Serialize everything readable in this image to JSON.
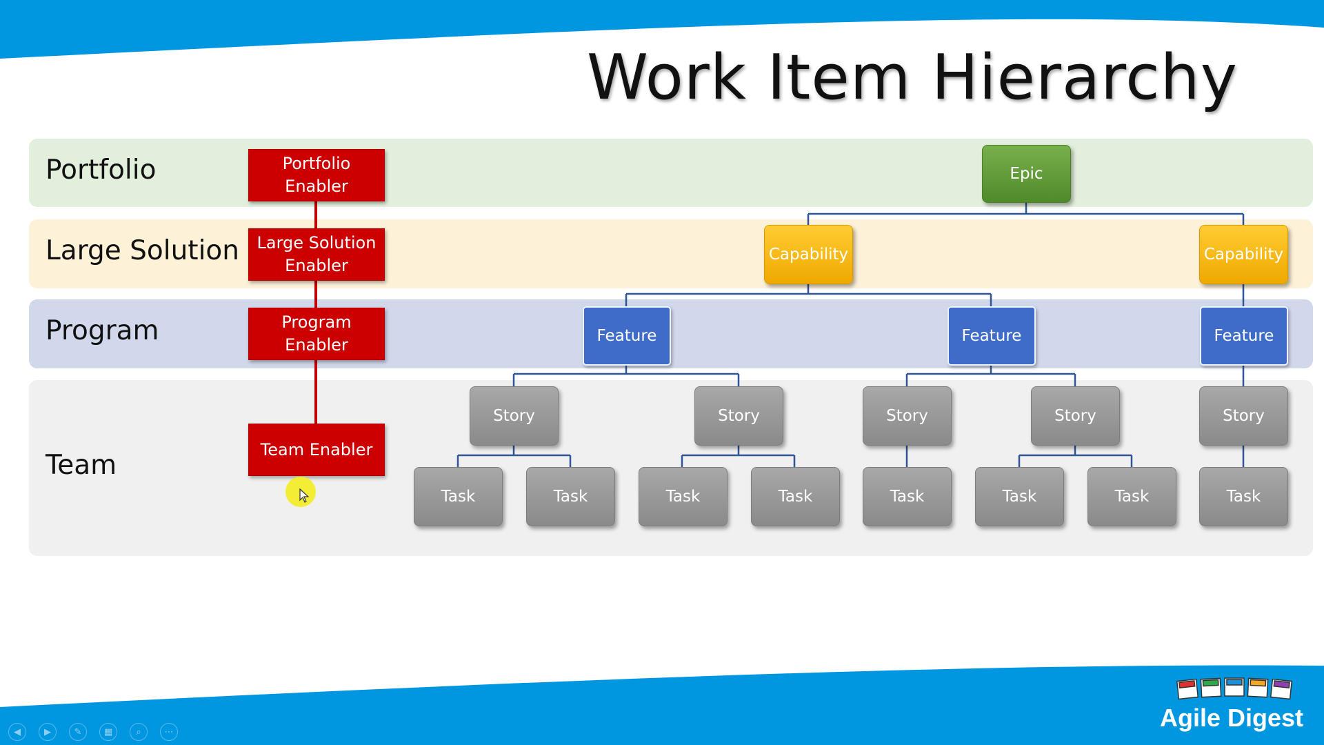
{
  "title": "Work Item Hierarchy",
  "levels": {
    "portfolio": "Portfolio",
    "large_solution": "Large Solution",
    "program": "Program",
    "team": "Team"
  },
  "enablers": {
    "portfolio": "Portfolio\nEnabler",
    "large_solution": "Large Solution\nEnabler",
    "program": "Program\nEnabler",
    "team": "Team Enabler"
  },
  "items": {
    "epic": "Epic",
    "capability": "Capability",
    "feature": "Feature",
    "story": "Story",
    "task": "Task"
  },
  "logo": {
    "text": "Agile Digest"
  },
  "colors": {
    "header_band": "#0099e6",
    "enabler": "#cc0000",
    "epic": "#5a9a36",
    "capability": "#f7b500",
    "feature": "#3f6cc8",
    "story_task": "#999999",
    "connector": "#2f5597",
    "enabler_connector": "#c00000"
  },
  "toolbar": {
    "icons": [
      "prev-icon",
      "next-icon",
      "pen-icon",
      "slides-icon",
      "zoom-icon",
      "more-icon"
    ]
  }
}
